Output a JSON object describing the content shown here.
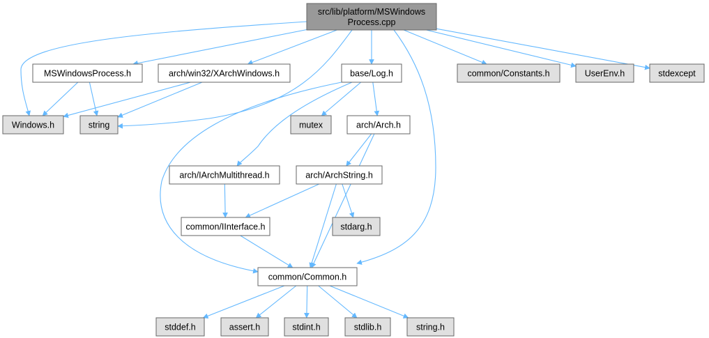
{
  "colors": {
    "root_fill": "#999999",
    "documented_fill": "#ffffff",
    "external_fill": "#e0e0e0",
    "node_border": "#666666",
    "edge": "#63b8ff"
  },
  "nodes": [
    {
      "id": "root",
      "label_lines": [
        "src/lib/platform/MSWindows",
        "Process.cpp"
      ],
      "kind": "root"
    },
    {
      "id": "windows_h",
      "label_lines": [
        "Windows.h"
      ],
      "kind": "external"
    },
    {
      "id": "string",
      "label_lines": [
        "string"
      ],
      "kind": "external"
    },
    {
      "id": "mswindowsprocess_h",
      "label_lines": [
        "MSWindowsProcess.h"
      ],
      "kind": "documented"
    },
    {
      "id": "xarchwindows_h",
      "label_lines": [
        "arch/win32/XArchWindows.h"
      ],
      "kind": "documented"
    },
    {
      "id": "log_h",
      "label_lines": [
        "base/Log.h"
      ],
      "kind": "documented"
    },
    {
      "id": "constants_h",
      "label_lines": [
        "common/Constants.h"
      ],
      "kind": "external"
    },
    {
      "id": "userenv_h",
      "label_lines": [
        "UserEnv.h"
      ],
      "kind": "external"
    },
    {
      "id": "stdexcept",
      "label_lines": [
        "stdexcept"
      ],
      "kind": "external"
    },
    {
      "id": "mutex",
      "label_lines": [
        "mutex"
      ],
      "kind": "external"
    },
    {
      "id": "arch_h",
      "label_lines": [
        "arch/Arch.h"
      ],
      "kind": "documented"
    },
    {
      "id": "iarchmultithread_h",
      "label_lines": [
        "arch/IArchMultithread.h"
      ],
      "kind": "documented"
    },
    {
      "id": "archstring_h",
      "label_lines": [
        "arch/ArchString.h"
      ],
      "kind": "documented"
    },
    {
      "id": "iinterface_h",
      "label_lines": [
        "common/IInterface.h"
      ],
      "kind": "documented"
    },
    {
      "id": "stdarg_h",
      "label_lines": [
        "stdarg.h"
      ],
      "kind": "external"
    },
    {
      "id": "common_h",
      "label_lines": [
        "common/Common.h"
      ],
      "kind": "documented"
    },
    {
      "id": "stddef_h",
      "label_lines": [
        "stddef.h"
      ],
      "kind": "external"
    },
    {
      "id": "assert_h",
      "label_lines": [
        "assert.h"
      ],
      "kind": "external"
    },
    {
      "id": "stdint_h",
      "label_lines": [
        "stdint.h"
      ],
      "kind": "external"
    },
    {
      "id": "stdlib_h",
      "label_lines": [
        "stdlib.h"
      ],
      "kind": "external"
    },
    {
      "id": "string_h",
      "label_lines": [
        "string.h"
      ],
      "kind": "external"
    }
  ],
  "edges": [
    {
      "from": "root",
      "to": "windows_h"
    },
    {
      "from": "root",
      "to": "mswindowsprocess_h"
    },
    {
      "from": "root",
      "to": "xarchwindows_h"
    },
    {
      "from": "root",
      "to": "string"
    },
    {
      "from": "root",
      "to": "log_h"
    },
    {
      "from": "root",
      "to": "common_h"
    },
    {
      "from": "root",
      "to": "constants_h"
    },
    {
      "from": "root",
      "to": "userenv_h"
    },
    {
      "from": "root",
      "to": "stdexcept"
    },
    {
      "from": "mswindowsprocess_h",
      "to": "windows_h"
    },
    {
      "from": "mswindowsprocess_h",
      "to": "string"
    },
    {
      "from": "xarchwindows_h",
      "to": "windows_h"
    },
    {
      "from": "xarchwindows_h",
      "to": "string"
    },
    {
      "from": "log_h",
      "to": "mutex"
    },
    {
      "from": "log_h",
      "to": "arch_h"
    },
    {
      "from": "log_h",
      "to": "iarchmultithread_h"
    },
    {
      "from": "log_h",
      "to": "common_h"
    },
    {
      "from": "arch_h",
      "to": "archstring_h"
    },
    {
      "from": "arch_h",
      "to": "common_h"
    },
    {
      "from": "iarchmultithread_h",
      "to": "iinterface_h"
    },
    {
      "from": "archstring_h",
      "to": "iinterface_h"
    },
    {
      "from": "archstring_h",
      "to": "stdarg_h"
    },
    {
      "from": "archstring_h",
      "to": "common_h"
    },
    {
      "from": "iinterface_h",
      "to": "common_h"
    },
    {
      "from": "common_h",
      "to": "stddef_h"
    },
    {
      "from": "common_h",
      "to": "assert_h"
    },
    {
      "from": "common_h",
      "to": "stdint_h"
    },
    {
      "from": "common_h",
      "to": "stdlib_h"
    },
    {
      "from": "common_h",
      "to": "string_h"
    }
  ]
}
